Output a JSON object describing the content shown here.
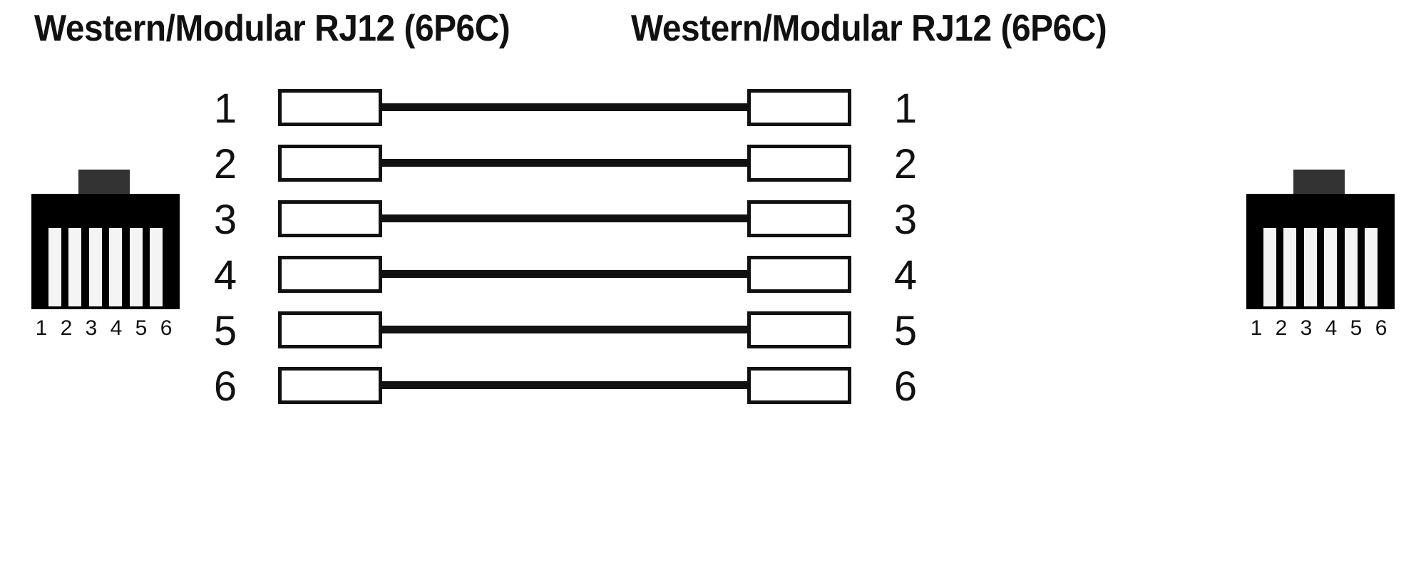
{
  "headers": {
    "left_title": "Western/Modular RJ12 (6P6C)",
    "right_title": "Western/Modular RJ12 (6P6C)"
  },
  "connectors": {
    "left": {
      "name": "rj12-jack-left",
      "pin_caption": "1 2 3 4 5 6",
      "pin_count": 6,
      "body_color": "#000000",
      "tab_color": "#333333",
      "pin_color": "#f4f4f4"
    },
    "right": {
      "name": "rj12-jack-right",
      "pin_caption": "1 2 3 4 5 6",
      "pin_count": 6,
      "body_color": "#000000",
      "tab_color": "#333333",
      "pin_color": "#f4f4f4"
    }
  },
  "diagram": {
    "wiring_type": "straight-through",
    "wire_color": "#111111",
    "rows": [
      {
        "left_pin": "1",
        "right_pin": "1"
      },
      {
        "left_pin": "2",
        "right_pin": "2"
      },
      {
        "left_pin": "3",
        "right_pin": "3"
      },
      {
        "left_pin": "4",
        "right_pin": "4"
      },
      {
        "left_pin": "5",
        "right_pin": "5"
      },
      {
        "left_pin": "6",
        "right_pin": "6"
      }
    ]
  }
}
